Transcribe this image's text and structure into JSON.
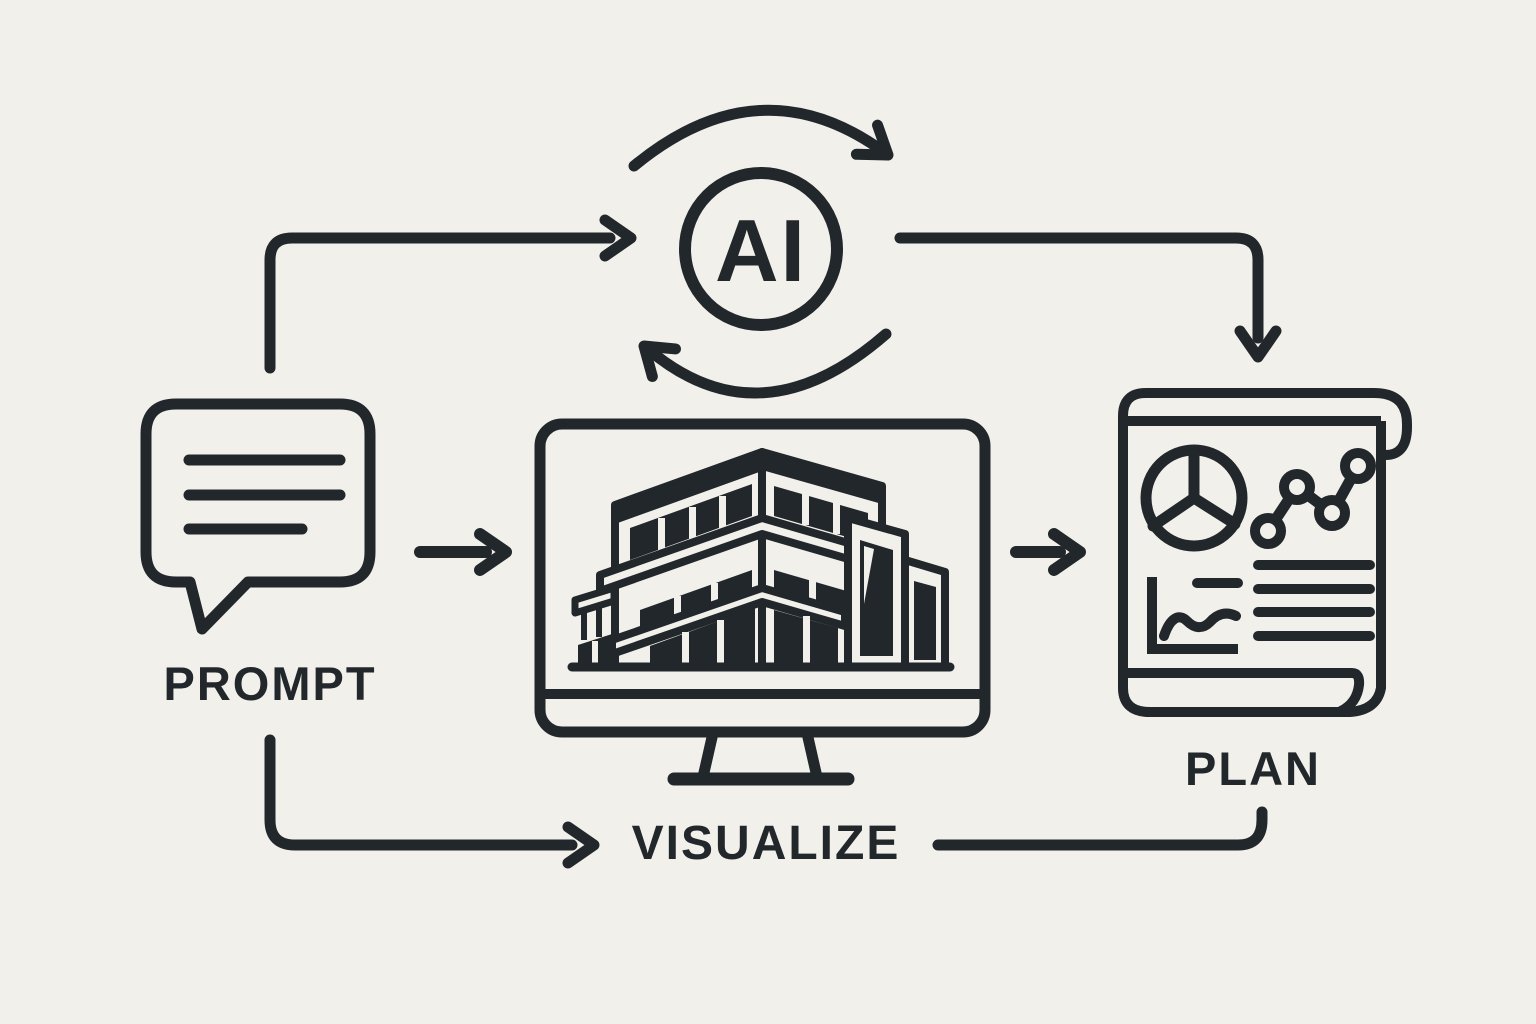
{
  "title": "AI workflow diagram: prompt, visualize, plan",
  "colors": {
    "background": "#f2f0eb",
    "ink": "#22272b"
  },
  "nodes": {
    "prompt": {
      "label": "PROMPT",
      "icon": "speech-bubble-icon"
    },
    "ai": {
      "label": "AI",
      "icon": "ai-cycle-badge-icon"
    },
    "visualize": {
      "label": "VISUALIZE",
      "icon": "monitor-building-icon"
    },
    "plan": {
      "label": "PLAN",
      "icon": "report-scroll-icon"
    }
  },
  "connections": [
    {
      "from": "prompt",
      "to": "ai",
      "style": "elbow-arrow-top-left"
    },
    {
      "from": "ai",
      "to": "plan",
      "style": "elbow-arrow-top-right"
    },
    {
      "from": "prompt",
      "to": "visualize",
      "style": "straight-arrow-middle-left"
    },
    {
      "from": "visualize",
      "to": "plan",
      "style": "straight-arrow-middle-right"
    },
    {
      "from": "prompt",
      "to": "visualize",
      "style": "elbow-arrow-bottom"
    },
    {
      "from": "visualize",
      "to": "plan",
      "style": "bottom-connector-line"
    }
  ],
  "ai_cycle": {
    "description": "two curved arrows looping clockwise around the AI badge"
  },
  "plan_icon_contents": [
    "pie-chart",
    "dotted-line-graph",
    "mini-trend-chart",
    "four-text-lines"
  ]
}
